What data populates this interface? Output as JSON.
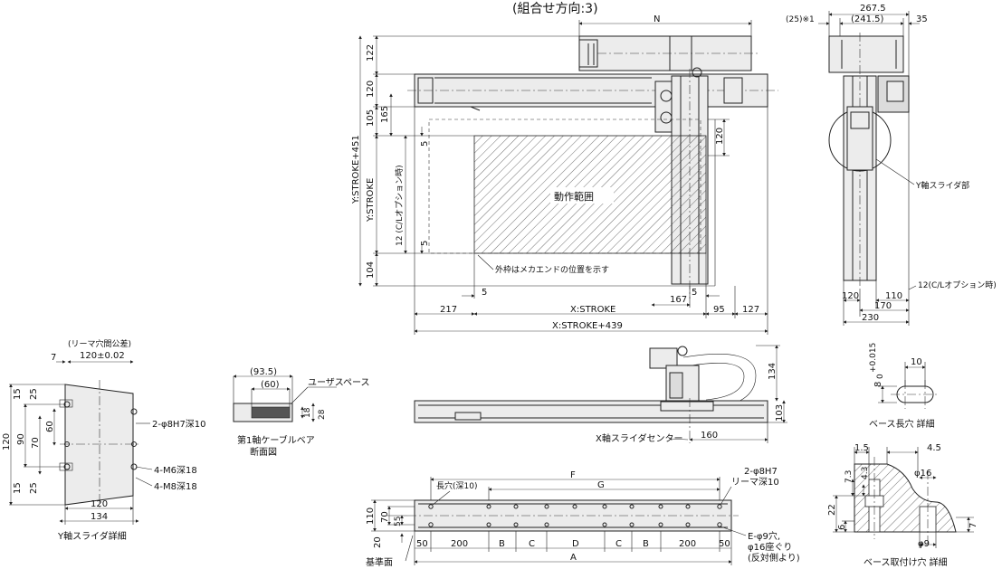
{
  "title": "(組合せ方向:3)",
  "top_view": {
    "operating_range": "動作範囲",
    "frame_note": "外枠はメカエンドの位置を示す",
    "dims": {
      "N": "N",
      "d122": "122",
      "d120": "120",
      "d105": "105",
      "d165": "165",
      "d104": "104",
      "y_stroke_451": "Y:STROKE+451",
      "y_stroke": "Y:STROKE",
      "cl_12": "12 (C/Lオプション時)",
      "d5a": "5",
      "d5b": "5",
      "d5c": "5",
      "d5d": "5",
      "d120r": "120",
      "d217": "217",
      "x_stroke": "X:STROKE",
      "d167": "167",
      "d95": "95",
      "d127": "127",
      "x_stroke_439": "X:STROKE+439"
    }
  },
  "side_view": {
    "d267_5": "267.5",
    "d25_1": "(25)※1",
    "d241_5": "(241.5)",
    "d35": "35",
    "y_slider": "Y軸スライダ部",
    "cl_12": "12(C/Lオプション時)",
    "d120": "120",
    "d110": "110",
    "d170": "170",
    "d230": "230"
  },
  "y_slider_detail": {
    "caption": "Y軸スライダ詳細",
    "ream_note": "(リーマ穴間公差)",
    "ream_tol": "120±0.02",
    "d7": "7",
    "d15a": "15",
    "d25a": "25",
    "d90": "90",
    "d60": "60",
    "d70": "70",
    "d120v": "120",
    "d15b": "15",
    "d25b": "25",
    "d120h": "120",
    "d134": "134",
    "hole1": "2-φ8H7深10",
    "hole2": "4-M6深18",
    "hole3": "4-M8深18"
  },
  "cable_bearer": {
    "caption1": "第1軸ケーブルベア",
    "caption2": "断面図",
    "user_space": "ユーザスペース",
    "d93_5": "(93.5)",
    "d60": "(60)",
    "d18": "18",
    "d28": "28"
  },
  "front_view": {
    "d134": "134",
    "d103": "103",
    "d160": "160",
    "x_center": "X軸スライダセンター"
  },
  "base_view": {
    "F": "F",
    "G": "G",
    "slot": "長穴(深10)",
    "ream": "2-φ8H7",
    "ream_depth": "リーマ深10",
    "d110": "110",
    "d70": "70",
    "d55": "55",
    "d20": "20",
    "d50a": "50",
    "d200a": "200",
    "B1": "B",
    "C1": "C",
    "D": "D",
    "C2": "C",
    "B2": "B",
    "d200b": "200",
    "d50b": "50",
    "A": "A",
    "ref": "基準面",
    "e_hole1": "E-φ9穴,",
    "e_hole2": "φ16座ぐり",
    "e_hole3": "(反対側より)"
  },
  "base_slot_detail": {
    "caption": "ベース長穴 詳細",
    "d10": "10",
    "d8": "8",
    "tol_up": "+0.015",
    "tol_dn": "0"
  },
  "base_mount_detail": {
    "caption": "ベース取付け穴 詳細",
    "d1_5": "1.5",
    "d4_5": "4.5",
    "d7_3": "7.3",
    "d4_3": "4.3",
    "phi16": "φ16",
    "d22": "22",
    "d6": "6",
    "d7": "7",
    "phi9": "φ9"
  }
}
